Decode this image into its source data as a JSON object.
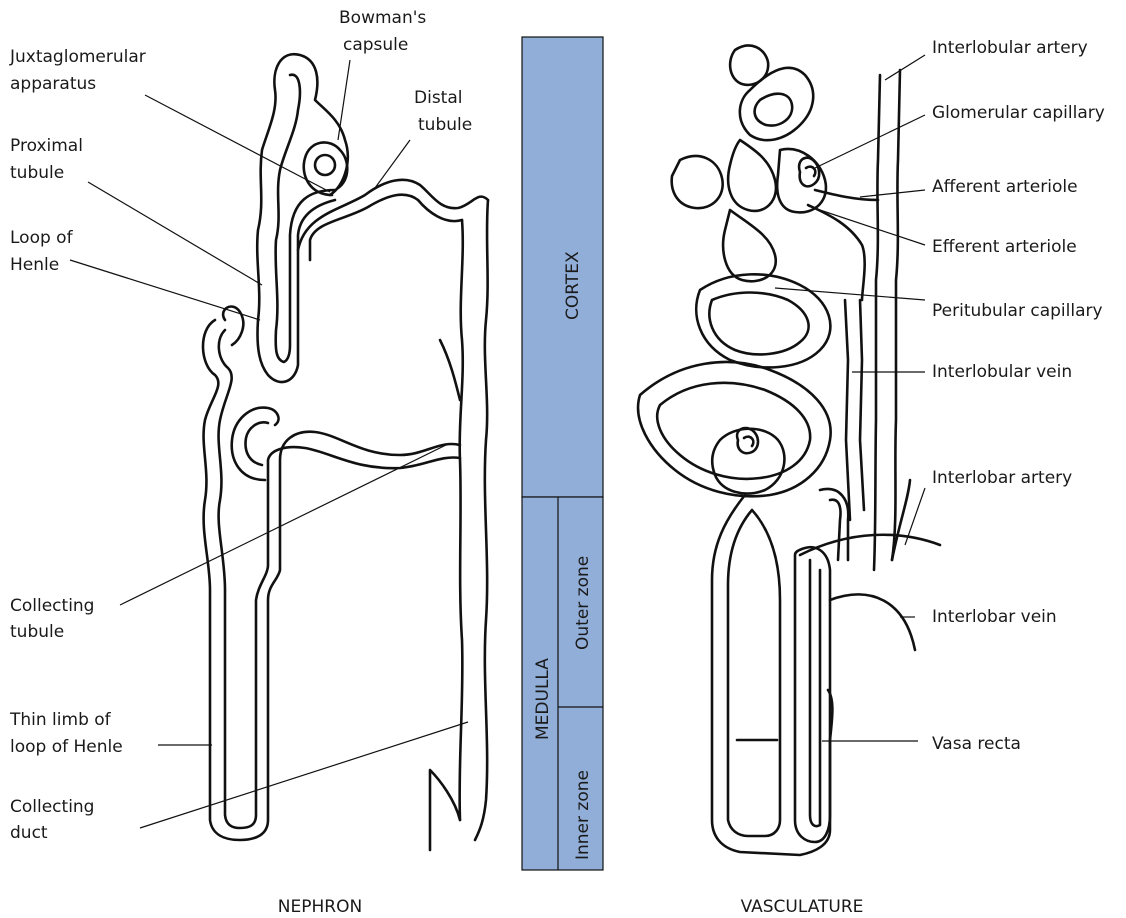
{
  "colors": {
    "zone_fill": "#91aed8",
    "line": "#111111",
    "background": "#ffffff"
  },
  "zones": {
    "cortex": "CORTEX",
    "medulla": "MEDULLA",
    "outer": "Outer zone",
    "inner": "Inner zone"
  },
  "nephron": {
    "title": "NEPHRON",
    "labels": {
      "bowmans_1": "Bowman's",
      "bowmans_2": "capsule",
      "juxta_1": "Juxtaglomerular",
      "juxta_2": "apparatus",
      "distal_1": "Distal",
      "distal_2": "tubule",
      "proximal_1": "Proximal",
      "proximal_2": "tubule",
      "loop_1": "Loop of",
      "loop_2": "Henle",
      "collecting_tubule_1": "Collecting",
      "collecting_tubule_2": "tubule",
      "thin_limb_1": "Thin limb of",
      "thin_limb_2": "loop of Henle",
      "collecting_duct_1": "Collecting",
      "collecting_duct_2": "duct"
    }
  },
  "vasculature": {
    "title": "VASCULATURE",
    "labels": {
      "interlobular_artery": "Interlobular artery",
      "glomerular_capillary": "Glomerular capillary",
      "afferent_arteriole": "Afferent arteriole",
      "efferent_arteriole": "Efferent arteriole",
      "peritubular_capillary": "Peritubular capillary",
      "interlobular_vein": "Interlobular vein",
      "interlobar_artery": "Interlobar artery",
      "interlobar_vein": "Interlobar vein",
      "vasa_recta": "Vasa recta"
    }
  }
}
